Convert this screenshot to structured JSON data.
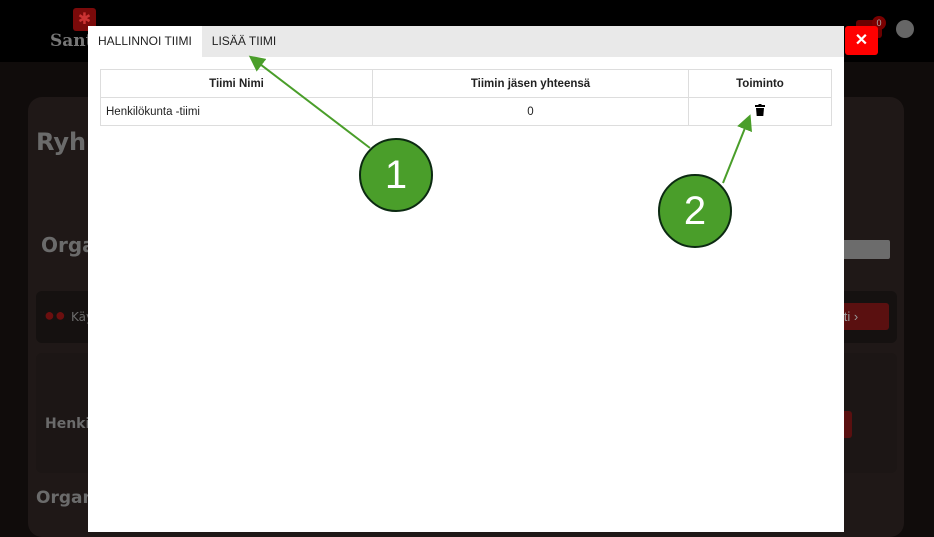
{
  "background": {
    "logo_text": "Santi",
    "heading1": "Ryh",
    "heading2": "Orga",
    "row_text": "Käy",
    "row_button": "osti ›",
    "heading3": "Henki",
    "heading4": "Organ",
    "cart_count": "0"
  },
  "modal": {
    "tabs": [
      {
        "label": "HALLINNOI TIIMI",
        "active": true
      },
      {
        "label": "LISÄÄ TIIMI",
        "active": false
      }
    ],
    "table": {
      "headers": [
        "Tiimi Nimi",
        "Tiimin jäsen yhteensä",
        "Toiminto"
      ],
      "rows": [
        {
          "name": "Henkilökunta -tiimi",
          "members": "0",
          "action": "delete-icon"
        }
      ]
    },
    "close_label": "✕"
  },
  "annotations": [
    {
      "label": "1"
    },
    {
      "label": "2"
    }
  ],
  "colors": {
    "annotation": "#4a9e2a",
    "close": "#ff0000"
  }
}
